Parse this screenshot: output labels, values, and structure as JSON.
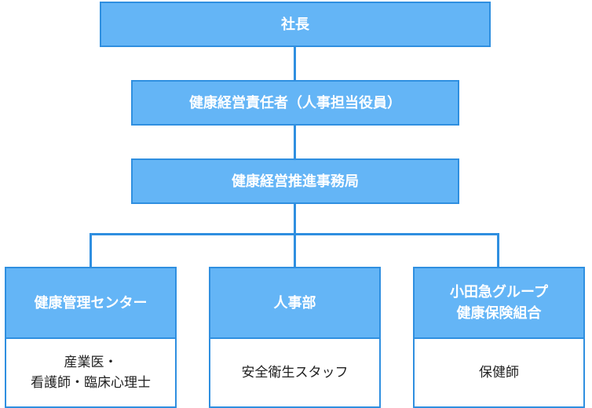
{
  "top": {
    "label": "社長"
  },
  "level2": {
    "label": "健康経営責任者（人事担当役員）"
  },
  "level3": {
    "label": "健康経営推進事務局"
  },
  "departments": [
    {
      "title": "健康管理センター",
      "members": "産業医・\n看護師・臨床心理士"
    },
    {
      "title": "人事部",
      "members": "安全衛生スタッフ"
    },
    {
      "title": "小田急グループ\n健康保険組合",
      "members": "保健師"
    }
  ],
  "colors": {
    "box_fill": "#64b5f6",
    "border": "#2f8fe0",
    "text_light": "#ffffff",
    "text_dark": "#222222"
  }
}
